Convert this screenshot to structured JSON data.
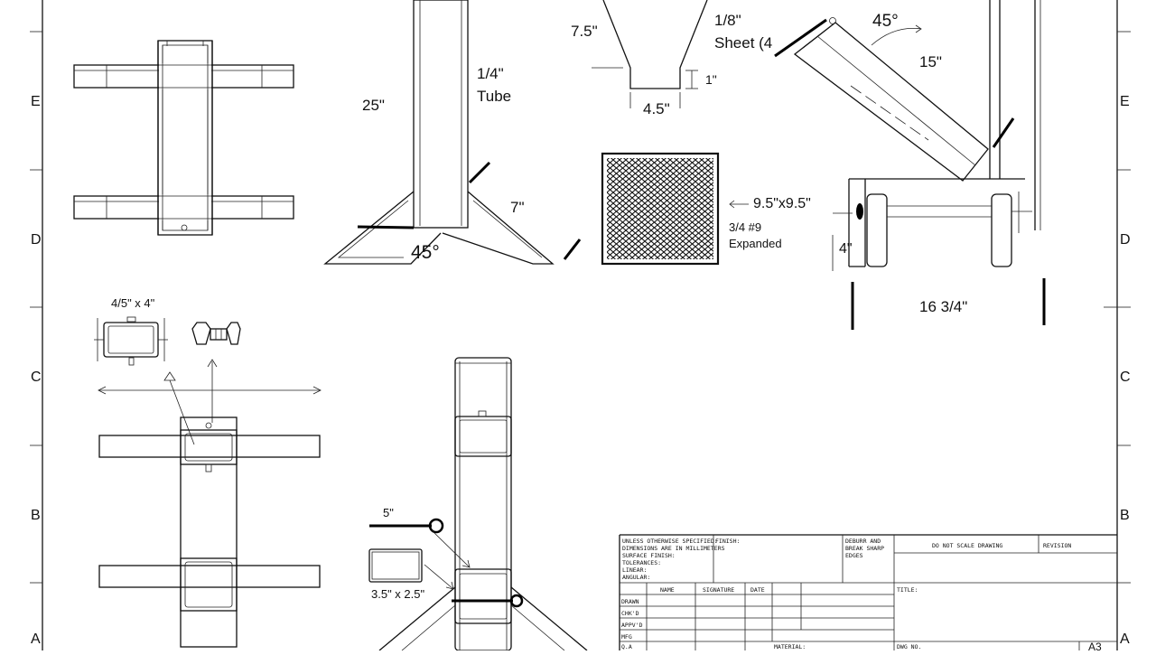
{
  "border": {
    "zone_letters_left": [
      "E",
      "D",
      "C",
      "B",
      "A"
    ],
    "zone_letters_right": [
      "E",
      "D",
      "C",
      "B",
      "A"
    ]
  },
  "views": {
    "top_view": {},
    "side_view": {
      "height_label": "25\"",
      "tube_label_1": "1/4\"",
      "tube_label_2": "Tube",
      "leg_label": "7\"",
      "angle_label": "45°"
    },
    "channel_view": {
      "side_label": "7.5\"",
      "sheet_label_1": "1/8\"",
      "sheet_label_2": "Sheet (4",
      "flange_label": "1\"",
      "width_label": "4.5\""
    },
    "mesh_view": {
      "size_label": "9.5\"x9.5\"",
      "spec_label_1": "3/4 #9",
      "spec_label_2": "Expanded"
    },
    "arm_view": {
      "angle_label": "45°",
      "length_label": "15\"",
      "wheel_label": "4\"",
      "width_label": "16 3/4\""
    },
    "bracket_view": {
      "section_label": "4/5\" x 4\""
    },
    "front_view": {
      "pin_label": "5\"",
      "section_label": "3.5\" x 2.5\""
    }
  },
  "title_block": {
    "general_notes": [
      "UNLESS OTHERWISE SPECIFIED:",
      "DIMENSIONS ARE IN MILLIMETERS",
      "SURFACE FINISH:",
      "TOLERANCES:",
      "  LINEAR:",
      "  ANGULAR:"
    ],
    "finish_label": "FINISH:",
    "deburr_note": [
      "DEBURR AND",
      "BREAK SHARP",
      "EDGES"
    ],
    "do_not_scale": "DO NOT SCALE DRAWING",
    "revision_label": "REVISION",
    "title_label": "TITLE:",
    "column_headers": [
      "NAME",
      "SIGNATURE",
      "DATE"
    ],
    "row_labels": [
      "DRAWN",
      "CHK'D",
      "APPV'D",
      "MFG",
      "Q.A"
    ],
    "material_label": "MATERIAL:",
    "dwg_no_label": "DWG NO.",
    "size_label": "A3"
  }
}
